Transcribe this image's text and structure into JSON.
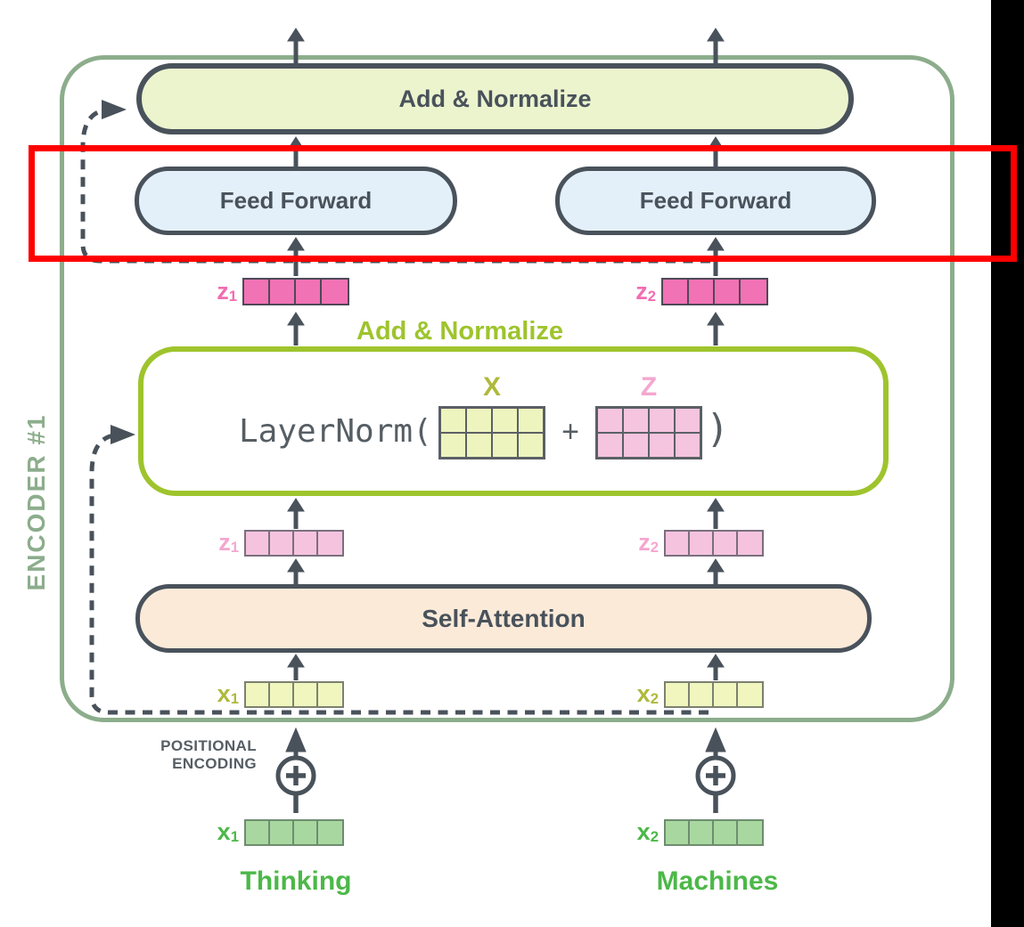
{
  "colors": {
    "dark": "#49525B",
    "sage": "#8CAD8C",
    "lime": "#9EC42D",
    "top_box_fill": "#ECF4CE",
    "ff_fill": "#E3F0FA",
    "sa_fill": "#FCEAD9",
    "magenta_fill": "#F172B5",
    "magenta_label": "#F26CB2",
    "magenta_border": "#4E4957",
    "pink_fill": "#F6C3DF",
    "pink_label": "#F4A7CF",
    "pink_border": "#7A6F7E",
    "yellow_fill": "#F0F6BE",
    "yellow_border": "#7C8170",
    "olive_label": "#AFB93C",
    "green_fill": "#A8D89F",
    "green_border": "#6F8C71",
    "green_label": "#4CB848",
    "gray_text": "#565E64",
    "grid_stroke": "#5B6065",
    "x_grid_fill": "#EDF4BE",
    "z_grid_fill": "#F5C4DF",
    "annotation_red": "#FF0000",
    "sidebar_black": "#000000"
  },
  "encoder": {
    "label": "ENCODER #1"
  },
  "blocks": {
    "add_normalize_top": {
      "label": "Add & Normalize"
    },
    "feed_forward_left": {
      "label": "Feed Forward"
    },
    "feed_forward_right": {
      "label": "Feed Forward"
    },
    "self_attention": {
      "label": "Self-Attention"
    }
  },
  "add_normalize_inner": {
    "title": "Add & Normalize",
    "formula": {
      "fn": "LayerNorm(",
      "plus": "+",
      "close": ")",
      "x_label": "X",
      "z_label": "Z"
    }
  },
  "vectors": {
    "z1_out": {
      "base": "z",
      "sub": "1"
    },
    "z2_out": {
      "base": "z",
      "sub": "2"
    },
    "z1_attn": {
      "base": "z",
      "sub": "1"
    },
    "z2_attn": {
      "base": "z",
      "sub": "2"
    },
    "x1_embed": {
      "base": "x",
      "sub": "1"
    },
    "x2_embed": {
      "base": "x",
      "sub": "2"
    },
    "x1_input": {
      "base": "x",
      "sub": "1"
    },
    "x2_input": {
      "base": "x",
      "sub": "2"
    }
  },
  "positional_encoding": {
    "line1": "POSITIONAL",
    "line2": "ENCODING"
  },
  "words": {
    "left": "Thinking",
    "right": "Machines"
  }
}
